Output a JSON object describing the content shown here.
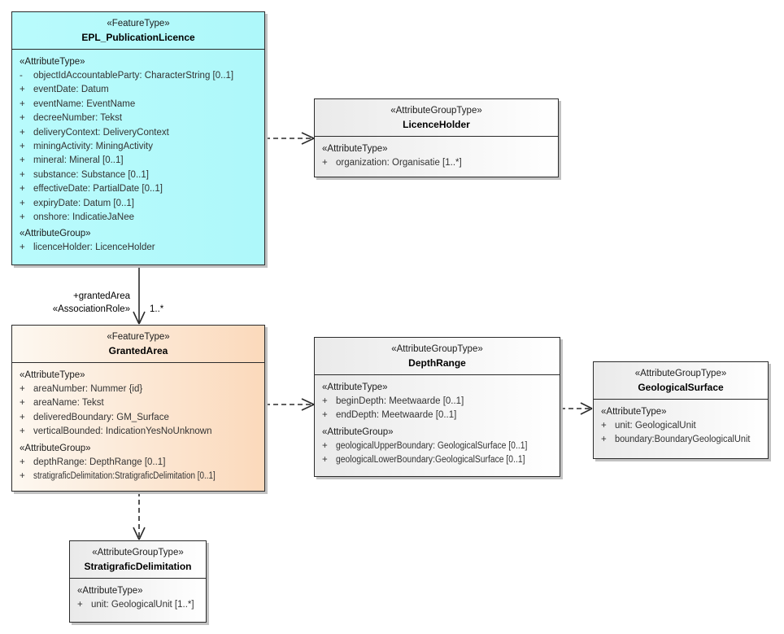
{
  "boxes": {
    "epl": {
      "stereotype": "«FeatureType»",
      "name": "EPL_PublicationLicence",
      "attr_header": "«AttributeType»",
      "attrs": [
        {
          "p": "-",
          "t": "objectIdAccountableParty: CharacterString [0..1]"
        },
        {
          "p": "+",
          "t": "eventDate: Datum"
        },
        {
          "p": "+",
          "t": "eventName: EventName"
        },
        {
          "p": "+",
          "t": "decreeNumber: Tekst"
        },
        {
          "p": "+",
          "t": "deliveryContext: DeliveryContext"
        },
        {
          "p": "+",
          "t": "miningActivity: MiningActivity"
        },
        {
          "p": "+",
          "t": "mineral: Mineral [0..1]"
        },
        {
          "p": "+",
          "t": "substance: Substance [0..1]"
        },
        {
          "p": "+",
          "t": "effectiveDate: PartialDate [0..1]"
        },
        {
          "p": "+",
          "t": "expiryDate: Datum [0..1]"
        },
        {
          "p": "+",
          "t": "onshore: IndicatieJaNee"
        }
      ],
      "group_header": "«AttributeGroup»",
      "groups": [
        {
          "p": "+",
          "t": "licenceHolder: LicenceHolder"
        }
      ]
    },
    "licenceHolder": {
      "stereotype": "«AttributeGroupType»",
      "name": "LicenceHolder",
      "attr_header": "«AttributeType»",
      "attrs": [
        {
          "p": "+",
          "t": "organization: Organisatie [1..*]"
        }
      ]
    },
    "grantedArea": {
      "stereotype": "«FeatureType»",
      "name": "GrantedArea",
      "attr_header": "«AttributeType»",
      "attrs": [
        {
          "p": "+",
          "t": "areaNumber: Nummer {id}"
        },
        {
          "p": "+",
          "t": "areaName: Tekst"
        },
        {
          "p": "+",
          "t": "deliveredBoundary: GM_Surface"
        },
        {
          "p": "+",
          "t": "verticalBounded: IndicationYesNoUnknown"
        }
      ],
      "group_header": "«AttributeGroup»",
      "groups": [
        {
          "p": "+",
          "t": "depthRange: DepthRange [0..1]"
        },
        {
          "p": "+",
          "t": "stratigraficDelimitation:StratigraficDelimitation [0..1]"
        }
      ]
    },
    "depthRange": {
      "stereotype": "«AttributeGroupType»",
      "name": "DepthRange",
      "attr_header": "«AttributeType»",
      "attrs": [
        {
          "p": "+",
          "t": "beginDepth: Meetwaarde [0..1]"
        },
        {
          "p": "+",
          "t": "endDepth: Meetwaarde [0..1]"
        }
      ],
      "group_header": "«AttributeGroup»",
      "groups": [
        {
          "p": "+",
          "t": "geologicalUpperBoundary: GeologicalSurface [0..1]"
        },
        {
          "p": "+",
          "t": "geologicalLowerBoundary:GeologicalSurface [0..1]"
        }
      ]
    },
    "geologicalSurface": {
      "stereotype": "«AttributeGroupType»",
      "name": "GeologicalSurface",
      "attr_header": "«AttributeType»",
      "attrs": [
        {
          "p": "+",
          "t": "unit: GeologicalUnit"
        },
        {
          "p": "+",
          "t": "boundary:BoundaryGeologicalUnit"
        }
      ]
    },
    "stratigraficDelimitation": {
      "stereotype": "«AttributeGroupType»",
      "name": "StratigraficDelimitation",
      "attr_header": "«AttributeType»",
      "attrs": [
        {
          "p": "+",
          "t": "unit: GeologicalUnit [1..*]"
        }
      ]
    }
  },
  "connectors": [
    {
      "from": "EPL_PublicationLicence",
      "to": "LicenceHolder",
      "style": "dashed-open-arrow"
    },
    {
      "from": "EPL_PublicationLicence",
      "to": "GrantedArea",
      "style": "solid-open-arrow",
      "role": "+grantedArea",
      "stereotype": "«AssociationRole»",
      "multiplicity": "1..*"
    },
    {
      "from": "GrantedArea",
      "to": "DepthRange",
      "style": "dashed-open-arrow"
    },
    {
      "from": "DepthRange",
      "to": "GeologicalSurface",
      "style": "dashed-open-arrow"
    },
    {
      "from": "GrantedArea",
      "to": "StratigraficDelimitation",
      "style": "dashed-open-arrow"
    }
  ],
  "colors": {
    "feature_type_fill": "#b2fbfb",
    "granted_area_fill_left": "#fdf8f1",
    "granted_area_fill_right": "#fbd9bb",
    "group_type_fill_left": "#eaeaea",
    "group_type_fill_right": "#ffffff",
    "border": "#2b2b2b",
    "shadow": "#c2c2c2",
    "text": "#333333"
  }
}
